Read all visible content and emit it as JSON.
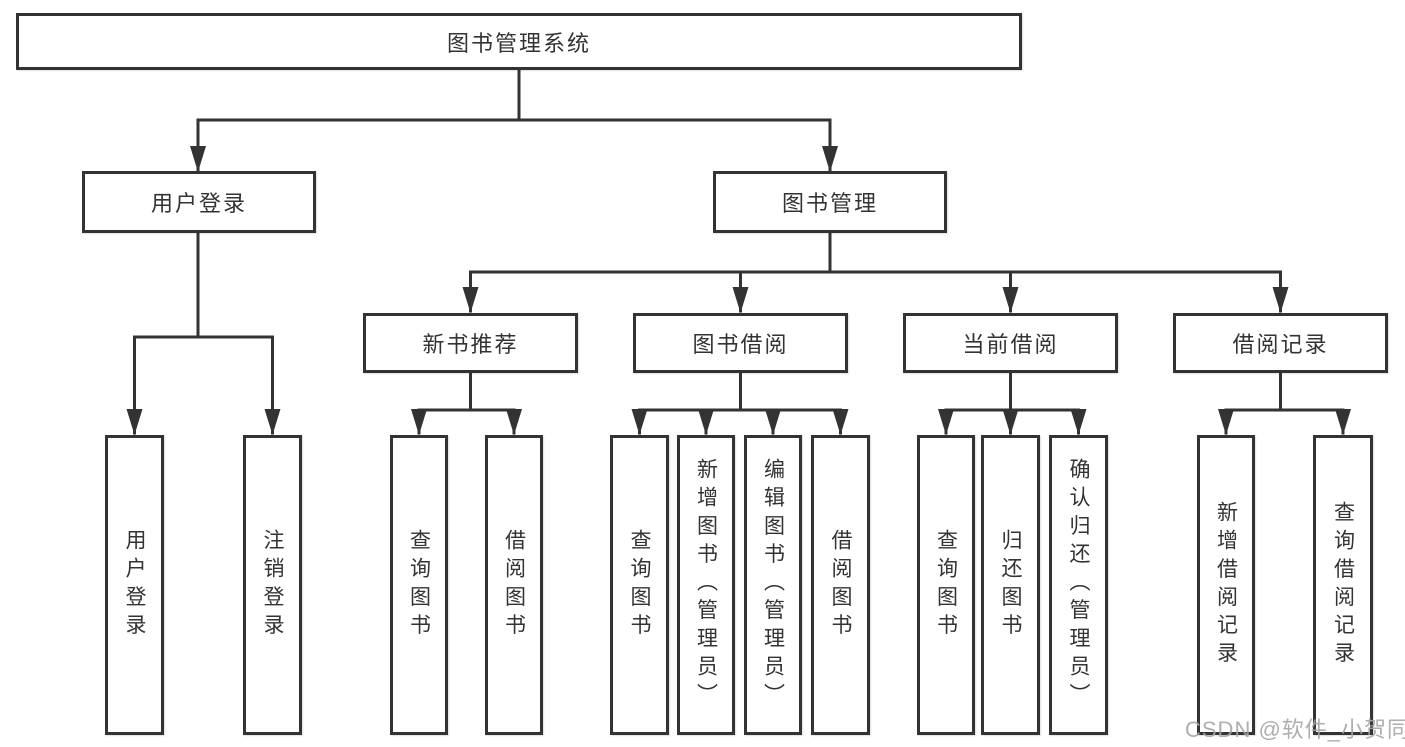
{
  "diagram_title": "图书管理系统",
  "tree": {
    "label": "图书管理系统",
    "children": [
      {
        "label": "用户登录",
        "children": [
          {
            "label": "用户登录"
          },
          {
            "label": "注销登录"
          }
        ]
      },
      {
        "label": "图书管理",
        "children": [
          {
            "label": "新书推荐",
            "children": [
              {
                "label": "查询图书"
              },
              {
                "label": "借阅图书"
              }
            ]
          },
          {
            "label": "图书借阅",
            "children": [
              {
                "label": "查询图书"
              },
              {
                "label": "新增图书（管理员）"
              },
              {
                "label": "编辑图书（管理员）"
              },
              {
                "label": "借阅图书"
              }
            ]
          },
          {
            "label": "当前借阅",
            "children": [
              {
                "label": "查询图书"
              },
              {
                "label": "归还图书"
              },
              {
                "label": "确认归还（管理员）"
              }
            ]
          },
          {
            "label": "借阅记录",
            "children": [
              {
                "label": "新增借阅记录"
              },
              {
                "label": "查询借阅记录"
              }
            ]
          }
        ]
      }
    ]
  },
  "watermark": "CSDN @软件_小贺同学",
  "colors": {
    "line": "#333333",
    "box_border": "#333333",
    "text": "#333333",
    "background": "#ffffff",
    "watermark_text": "#a6a6a6"
  }
}
